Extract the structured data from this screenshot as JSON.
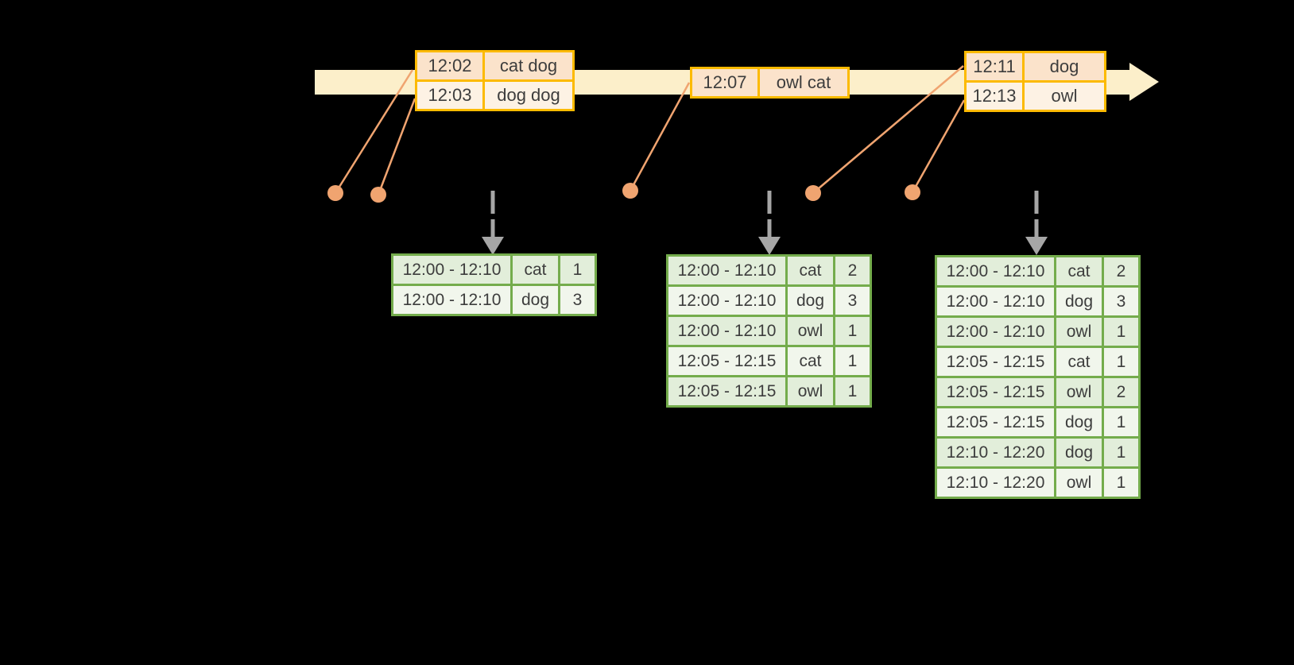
{
  "colors": {
    "background": "#000000",
    "timeline_band": "#fcefca",
    "event_border": "#fcba00",
    "event_row_dark": "#fbe3cb",
    "event_row_light": "#fdf2e4",
    "result_border": "#74ac4c",
    "result_row_dark": "#e2eeda",
    "result_row_light": "#f1f6ec",
    "connector": "#f0a470",
    "trigger_arrow": "#a6a6a6",
    "text": "#3d3d3d"
  },
  "icons": {
    "timeline_arrow": "right-arrow-band",
    "event_dot": "circle-marker",
    "trigger_arrow": "dashed-down-arrow"
  },
  "event_tables": [
    {
      "rows": [
        [
          "12:02",
          "cat dog"
        ],
        [
          "12:03",
          "dog dog"
        ]
      ]
    },
    {
      "rows": [
        [
          "12:07",
          "owl cat"
        ]
      ]
    },
    {
      "rows": [
        [
          "12:11",
          "dog"
        ],
        [
          "12:13",
          "owl"
        ]
      ]
    }
  ],
  "result_tables": [
    {
      "rows": [
        [
          "12:00 - 12:10",
          "cat",
          "1"
        ],
        [
          "12:00 - 12:10",
          "dog",
          "3"
        ]
      ]
    },
    {
      "rows": [
        [
          "12:00 - 12:10",
          "cat",
          "2"
        ],
        [
          "12:00 - 12:10",
          "dog",
          "3"
        ],
        [
          "12:00 - 12:10",
          "owl",
          "1"
        ],
        [
          "12:05 - 12:15",
          "cat",
          "1"
        ],
        [
          "12:05 - 12:15",
          "owl",
          "1"
        ]
      ]
    },
    {
      "rows": [
        [
          "12:00 - 12:10",
          "cat",
          "2"
        ],
        [
          "12:00 - 12:10",
          "dog",
          "3"
        ],
        [
          "12:00 - 12:10",
          "owl",
          "1"
        ],
        [
          "12:05 - 12:15",
          "cat",
          "1"
        ],
        [
          "12:05 - 12:15",
          "owl",
          "2"
        ],
        [
          "12:05 - 12:15",
          "dog",
          "1"
        ],
        [
          "12:10 - 12:20",
          "dog",
          "1"
        ],
        [
          "12:10 - 12:20",
          "owl",
          "1"
        ]
      ]
    }
  ]
}
